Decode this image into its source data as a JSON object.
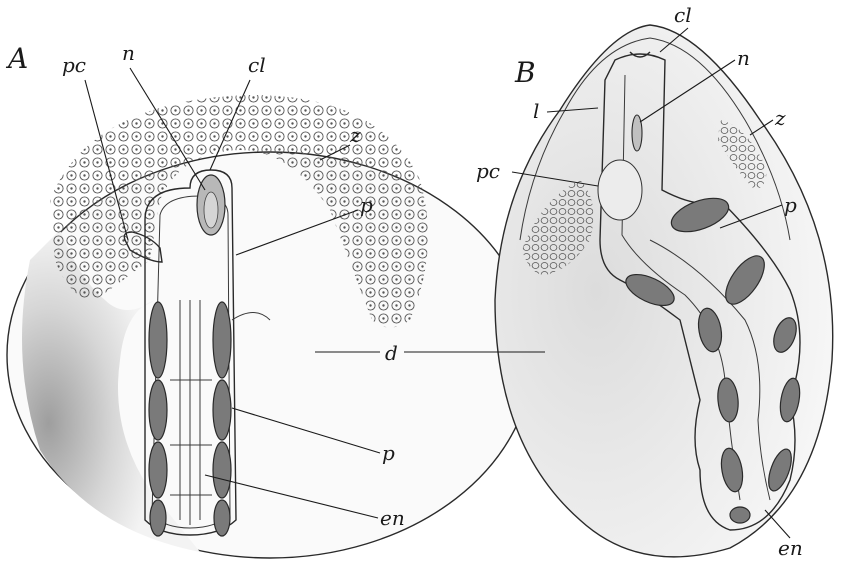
{
  "panels": {
    "a": {
      "letter": "A",
      "labels": {
        "pc": "pc",
        "n": "n",
        "cl": "cl",
        "z": "z",
        "p_upper": "p",
        "d": "d",
        "p_lower": "p",
        "en": "en"
      }
    },
    "b": {
      "letter": "B",
      "labels": {
        "cl": "cl",
        "n": "n",
        "l": "l",
        "z": "z",
        "pc": "pc",
        "p": "p",
        "en": "en"
      }
    }
  },
  "colors": {
    "ink": "#1a1a1a",
    "yolk_shade": "#bdbdbd",
    "band": "#7a7a7a"
  }
}
